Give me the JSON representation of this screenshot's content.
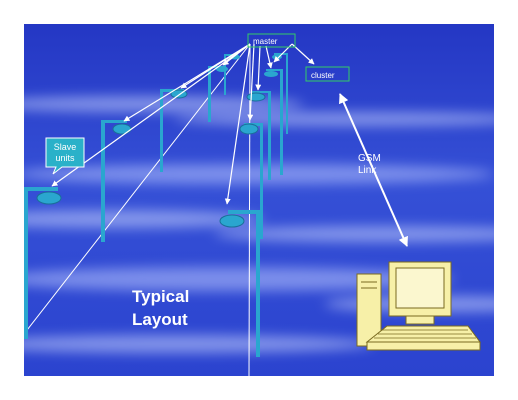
{
  "slide": {
    "title": [
      "Typical",
      "Layout"
    ],
    "labels": {
      "master": "master",
      "cluster": "cluster",
      "slave_units": [
        "Slave",
        "units"
      ],
      "gsm_link": [
        "GSM",
        "Link"
      ]
    },
    "colors": {
      "background": "#2c3fcf",
      "pole": "#2aa6cf",
      "lamp": "#2aa6cf",
      "link_line": "#ffffff",
      "callout_fill": "#2ab1c9",
      "box_outline": "#33cc66",
      "computer": "#f7f0a8"
    },
    "icons": [
      "street-lamp-icon",
      "computer-icon",
      "callout-box"
    ]
  }
}
